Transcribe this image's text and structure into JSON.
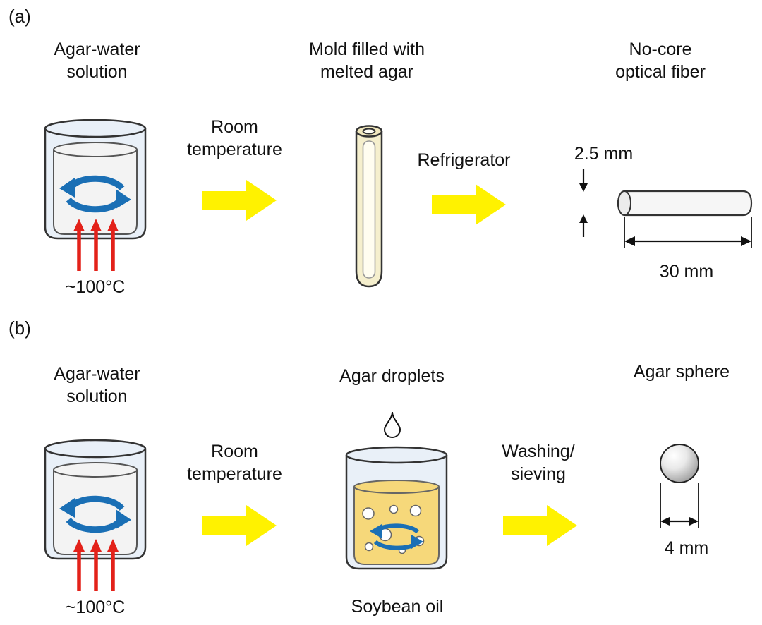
{
  "figure": {
    "type": "process-diagram",
    "description": "Fabrication steps for agar no-core optical fiber (a) and agar spheres (b)"
  },
  "panel_a": {
    "label": "(a)",
    "step1_title": "Agar-water\nsolution",
    "step1_temp": "~100°C",
    "arrow1_label": "Room\ntemperature",
    "step2_title": "Mold filled with\nmelted agar",
    "arrow2_label": "Refrigerator",
    "step3_title": "No-core\noptical fiber",
    "fiber_diameter": "2.5 mm",
    "fiber_length": "30 mm"
  },
  "panel_b": {
    "label": "(b)",
    "step1_title": "Agar-water\nsolution",
    "step1_temp": "~100°C",
    "arrow1_label": "Room\ntemperature",
    "step2_title": "Agar droplets",
    "step2_caption": "Soybean oil",
    "arrow2_label": "Washing/\nsieving",
    "step3_title": "Agar sphere",
    "sphere_diameter": "4 mm"
  },
  "colors": {
    "process_arrow_yellow": "#fff200",
    "beaker_glass_blue": "#e9f0f8",
    "stir_arrow_blue": "#1a6fb5",
    "heat_arrow_red": "#e32119",
    "oil_yellow": "#f6d87a",
    "mold_cream": "#f5efcd",
    "liquid_gray": "#f3f3f3"
  }
}
